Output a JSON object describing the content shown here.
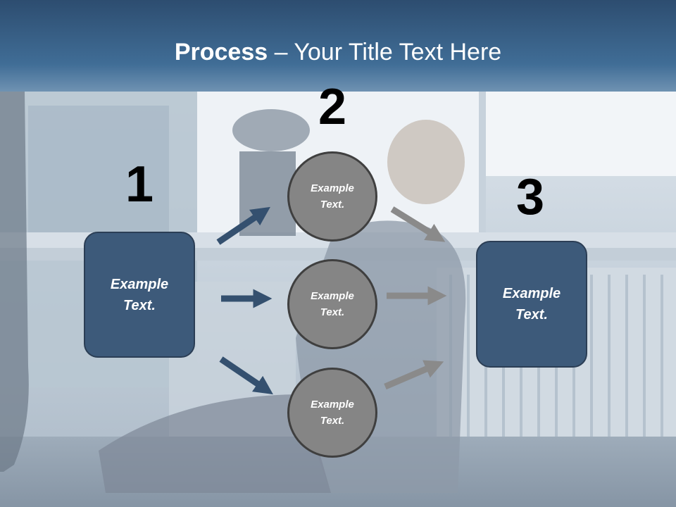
{
  "title": {
    "bold": "Process",
    "dash": " – ",
    "rest": "Your Title Text Here"
  },
  "steps": [
    {
      "number": "1",
      "text": "Example Text."
    },
    {
      "number": "2",
      "circles": [
        "Example Text.",
        "Example Text.",
        "Example Text."
      ]
    },
    {
      "number": "3",
      "text": "Example Text."
    }
  ],
  "colors": {
    "header": "#2e4f72",
    "box_fill": "#3d5a7a",
    "circle_fill": "#858585",
    "arrow_blue": "#34506f",
    "arrow_gray": "#8a8a8a"
  }
}
